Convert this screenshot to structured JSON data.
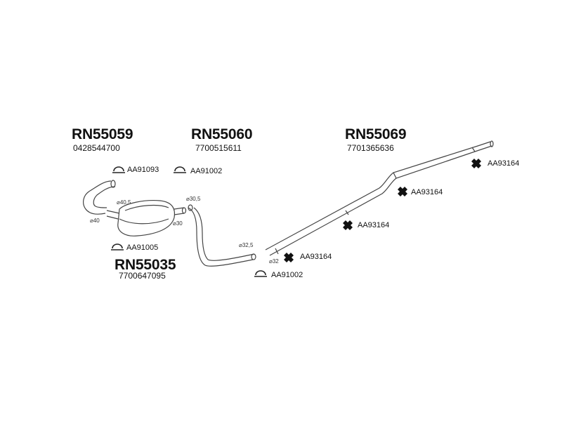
{
  "parts": [
    {
      "code": "RN55059",
      "oem": "0428544700"
    },
    {
      "code": "RN55060",
      "oem": "7700515611"
    },
    {
      "code": "RN55069",
      "oem": "7701365636"
    },
    {
      "code": "RN55035",
      "oem": "7700647095"
    }
  ],
  "accessories": [
    {
      "code": "AA91093",
      "icon": "clamp-icon"
    },
    {
      "code": "AA91002",
      "icon": "clamp-icon"
    },
    {
      "code": "AA91005",
      "icon": "clamp-icon"
    },
    {
      "code": "AA91002",
      "icon": "clamp-icon"
    },
    {
      "code": "AA93164",
      "icon": "rubber-mount-icon"
    },
    {
      "code": "AA93164",
      "icon": "rubber-mount-icon"
    },
    {
      "code": "AA93164",
      "icon": "rubber-mount-icon"
    },
    {
      "code": "AA93164",
      "icon": "rubber-mount-icon"
    }
  ],
  "diameters": [
    "⌀40,5",
    "⌀40",
    "⌀30,5",
    "⌀30",
    "⌀32,5",
    "⌀32"
  ],
  "colors": {
    "line": "#444444",
    "mount": "#111111",
    "text": "#111111"
  }
}
